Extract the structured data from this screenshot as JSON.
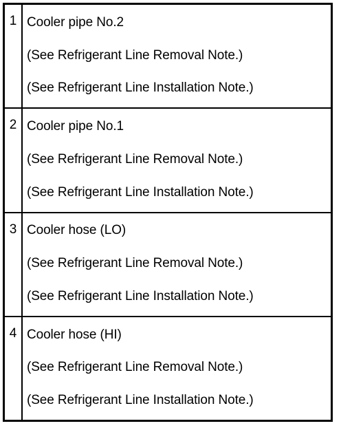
{
  "rows": [
    {
      "number": "1",
      "name": "Cooler pipe No.2",
      "removal_note": "(See Refrigerant Line Removal Note.)",
      "installation_note": "(See Refrigerant Line Installation Note.)"
    },
    {
      "number": "2",
      "name": "Cooler pipe No.1",
      "removal_note": "(See Refrigerant Line Removal Note.)",
      "installation_note": "(See Refrigerant Line Installation Note.)"
    },
    {
      "number": "3",
      "name": "Cooler hose (LO)",
      "removal_note": "(See Refrigerant Line Removal Note.)",
      "installation_note": "(See Refrigerant Line Installation Note.)"
    },
    {
      "number": "4",
      "name": "Cooler hose (HI)",
      "removal_note": "(See Refrigerant Line Removal Note.)",
      "installation_note": "(See Refrigerant Line Installation Note.)"
    }
  ]
}
